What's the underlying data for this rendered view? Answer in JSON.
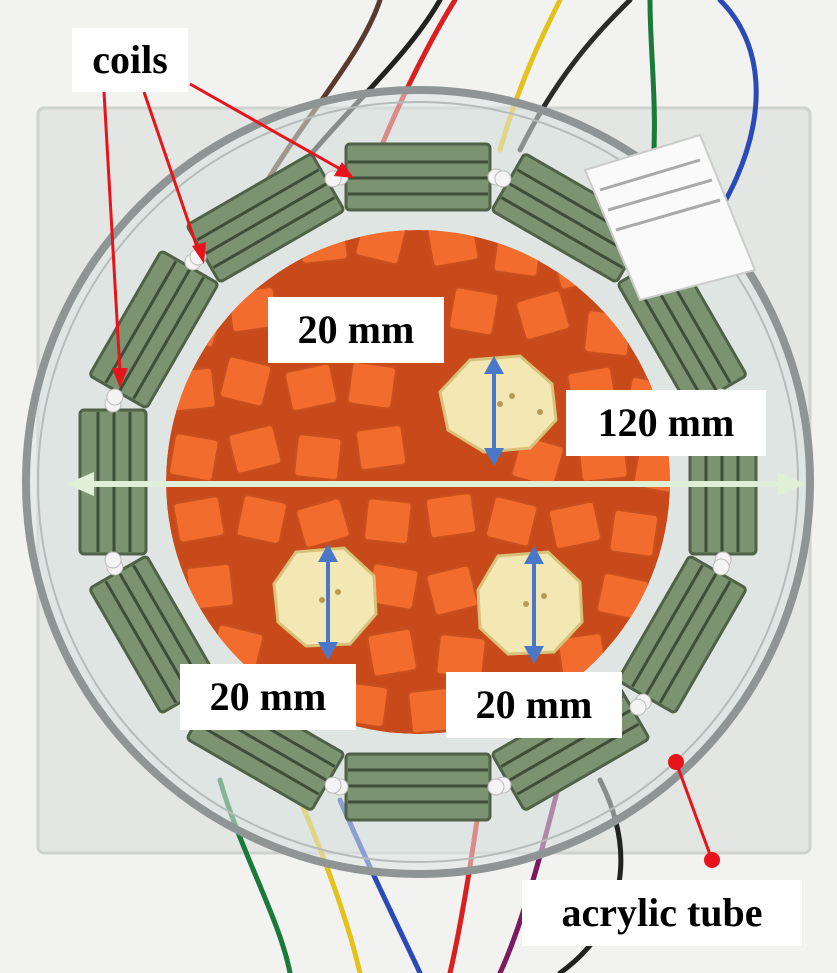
{
  "labels": {
    "coils": "coils",
    "dim_top_banana": "20 mm",
    "dim_diameter": "120 mm",
    "dim_left_banana": "20 mm",
    "dim_right_banana": "20 mm",
    "tube": "acrylic tube"
  },
  "colors": {
    "callout_red": "#e8141c",
    "dimension_blue": "#4a78c8",
    "diameter_line": "#dff0d6",
    "carrot": "#f06a2e",
    "banana": "#f3e7b4",
    "coil_board": "#6f8a62"
  }
}
